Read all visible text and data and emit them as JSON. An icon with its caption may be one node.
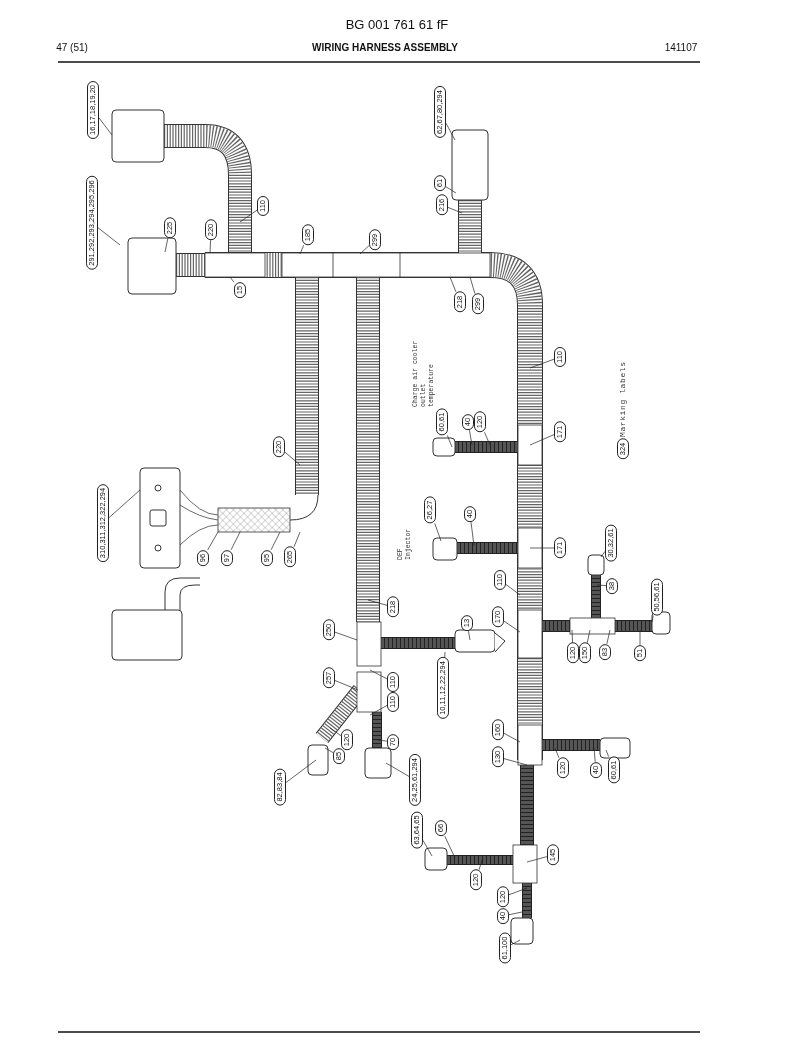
{
  "diagram": {
    "title": "WIRING HARNESS ASSEMBLY",
    "nodes": [
      {
        "text": [
          "16,17,18,19,20"
        ]
      },
      {
        "text": [
          "62,67,80,294"
        ]
      },
      {
        "text": [
          "61"
        ]
      },
      {
        "text": [
          "216"
        ]
      },
      {
        "text": [
          "291,292,293,294,295,296"
        ]
      },
      {
        "text": [
          "225"
        ]
      },
      {
        "text": [
          "110"
        ]
      },
      {
        "text": [
          "220"
        ]
      },
      {
        "text": [
          "185"
        ]
      },
      {
        "text": [
          "299"
        ]
      },
      {
        "text": [
          "15"
        ]
      },
      {
        "text": [
          "218"
        ]
      },
      {
        "text": [
          "299"
        ]
      },
      {
        "text": [
          "110"
        ]
      },
      {
        "text": [
          "60,61"
        ]
      },
      {
        "text": [
          "40"
        ]
      },
      {
        "text": [
          "120"
        ]
      },
      {
        "text": [
          "171"
        ]
      },
      {
        "text": [
          "220"
        ]
      },
      {
        "text": [
          "310,311,312,322,294"
        ]
      },
      {
        "text": [
          "26,27"
        ]
      },
      {
        "text": [
          "40"
        ]
      },
      {
        "text": [
          "171"
        ]
      },
      {
        "text": [
          "30,32,61"
        ]
      },
      {
        "text": [
          "96"
        ]
      },
      {
        "text": [
          "97"
        ]
      },
      {
        "text": [
          "95"
        ]
      },
      {
        "text": [
          "265"
        ]
      },
      {
        "text": [
          "38"
        ]
      },
      {
        "text": [
          "110"
        ]
      },
      {
        "text": [
          "50,56,61"
        ]
      },
      {
        "text": [
          "218"
        ]
      },
      {
        "text": [
          "170"
        ]
      },
      {
        "text": [
          "13"
        ]
      },
      {
        "text": [
          "250"
        ]
      },
      {
        "text": [
          "120"
        ]
      },
      {
        "text": [
          "150"
        ]
      },
      {
        "text": [
          "83"
        ]
      },
      {
        "text": [
          "51"
        ]
      },
      {
        "text": [
          "257"
        ]
      },
      {
        "text": [
          "110"
        ]
      },
      {
        "text": [
          "10,11,12,22,294"
        ]
      },
      {
        "text": [
          "110"
        ]
      },
      {
        "text": [
          "160"
        ]
      },
      {
        "text": [
          "120"
        ]
      },
      {
        "text": [
          "70"
        ]
      },
      {
        "text": [
          "85"
        ]
      },
      {
        "text": [
          "130"
        ]
      },
      {
        "text": [
          "120"
        ]
      },
      {
        "text": [
          "40"
        ]
      },
      {
        "text": [
          "60,61"
        ]
      },
      {
        "text": [
          "24,25,61,294"
        ]
      },
      {
        "text": [
          "82,83,84"
        ]
      },
      {
        "text": [
          "63,64,65"
        ]
      },
      {
        "text": [
          "66"
        ]
      },
      {
        "text": [
          "145"
        ]
      },
      {
        "text": [
          "120"
        ]
      },
      {
        "text": [
          "120"
        ]
      },
      {
        "text": [
          "40"
        ]
      },
      {
        "text": [
          "61,100"
        ]
      },
      {
        "text": [
          "324"
        ]
      }
    ],
    "edges": [
      {
        "from": 0,
        "to": null,
        "arrow": "none"
      },
      {
        "from": 1,
        "to": null,
        "arrow": "none"
      },
      {
        "from": 2,
        "to": null,
        "arrow": "none"
      },
      {
        "from": 3,
        "to": null,
        "arrow": "none"
      },
      {
        "from": 4,
        "to": null,
        "arrow": "none"
      },
      {
        "from": 5,
        "to": null,
        "arrow": "none"
      },
      {
        "from": 6,
        "to": null,
        "arrow": "none"
      },
      {
        "from": 7,
        "to": null,
        "arrow": "none"
      },
      {
        "from": 8,
        "to": null,
        "arrow": "none"
      },
      {
        "from": 9,
        "to": null,
        "arrow": "none"
      },
      {
        "from": 10,
        "to": null,
        "arrow": "none"
      },
      {
        "from": 11,
        "to": null,
        "arrow": "none"
      },
      {
        "from": 12,
        "to": null,
        "arrow": "none"
      },
      {
        "from": 13,
        "to": null,
        "arrow": "none"
      },
      {
        "from": 14,
        "to": null,
        "arrow": "none"
      },
      {
        "from": 15,
        "to": null,
        "arrow": "none"
      },
      {
        "from": 16,
        "to": null,
        "arrow": "none"
      },
      {
        "from": 17,
        "to": null,
        "arrow": "none"
      },
      {
        "from": 18,
        "to": null,
        "arrow": "none"
      },
      {
        "from": 19,
        "to": null,
        "arrow": "none"
      },
      {
        "from": 20,
        "to": null,
        "arrow": "none"
      },
      {
        "from": 21,
        "to": null,
        "arrow": "none"
      },
      {
        "from": 22,
        "to": null,
        "arrow": "none"
      },
      {
        "from": 23,
        "to": null,
        "arrow": "none"
      },
      {
        "from": 24,
        "to": null,
        "arrow": "none"
      },
      {
        "from": 25,
        "to": null,
        "arrow": "none"
      },
      {
        "from": 26,
        "to": null,
        "arrow": "none"
      },
      {
        "from": 27,
        "to": null,
        "arrow": "none"
      },
      {
        "from": 28,
        "to": null,
        "arrow": "none"
      },
      {
        "from": 29,
        "to": null,
        "arrow": "none"
      },
      {
        "from": 30,
        "to": null,
        "arrow": "none"
      },
      {
        "from": 31,
        "to": null,
        "arrow": "none"
      },
      {
        "from": 32,
        "to": null,
        "arrow": "none"
      },
      {
        "from": 33,
        "to": null,
        "arrow": "none"
      },
      {
        "from": 34,
        "to": null,
        "arrow": "none"
      },
      {
        "from": 35,
        "to": null,
        "arrow": "none"
      },
      {
        "from": 36,
        "to": null,
        "arrow": "none"
      },
      {
        "from": 37,
        "to": null,
        "arrow": "none"
      },
      {
        "from": 38,
        "to": null,
        "arrow": "none"
      },
      {
        "from": 39,
        "to": null,
        "arrow": "none"
      },
      {
        "from": 40,
        "to": null,
        "arrow": "none"
      },
      {
        "from": 41,
        "to": null,
        "arrow": "none"
      },
      {
        "from": 42,
        "to": null,
        "arrow": "none"
      },
      {
        "from": 43,
        "to": null,
        "arrow": "none"
      },
      {
        "from": 44,
        "to": null,
        "arrow": "none"
      },
      {
        "from": 45,
        "to": null,
        "arrow": "none"
      },
      {
        "from": 46,
        "to": null,
        "arrow": "none"
      },
      {
        "from": 47,
        "to": null,
        "arrow": "none"
      },
      {
        "from": 48,
        "to": null,
        "arrow": "none"
      },
      {
        "from": 49,
        "to": null,
        "arrow": "none"
      },
      {
        "from": 50,
        "to": null,
        "arrow": "none"
      },
      {
        "from": 51,
        "to": null,
        "arrow": "none"
      },
      {
        "from": 52,
        "to": null,
        "arrow": "none"
      },
      {
        "from": 53,
        "to": null,
        "arrow": "none"
      },
      {
        "from": 54,
        "to": null,
        "arrow": "none"
      },
      {
        "from": 55,
        "to": null,
        "arrow": "none"
      },
      {
        "from": 56,
        "to": null,
        "arrow": "none"
      },
      {
        "from": 57,
        "to": null,
        "arrow": "none"
      },
      {
        "from": 58,
        "to": null,
        "arrow": "none"
      },
      {
        "from": 59,
        "to": null,
        "arrow": "none"
      }
    ],
    "labels": [
      "BG 001 761 61 fF",
      "47 (51)",
      "141107",
      "Marking labels",
      "Charge air cooler outlet temperature",
      "DEF Injector"
    ]
  }
}
